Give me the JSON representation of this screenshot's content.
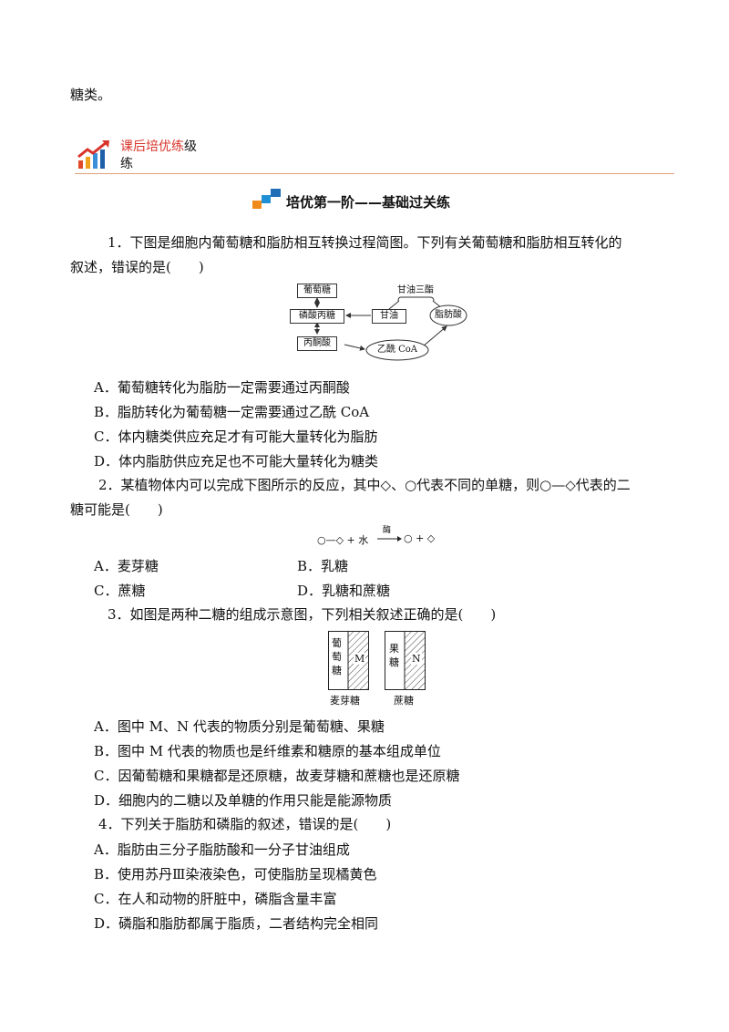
{
  "prev_text": "糖类。",
  "header": {
    "title_red": "课后培优练",
    "title_black_1": "级",
    "title_black_2": "练"
  },
  "section_title": "培优第一阶——基础过关练",
  "q1": {
    "line1": "1．下图是细胞内葡萄糖和脂肪相互转换过程简图。下列有关葡萄糖和脂肪相互转化的",
    "line2": "叙述，错误的是(　　)",
    "diagram": {
      "glucose": "葡萄糖",
      "phospho_trisaccharide": "磷酸丙糖",
      "pyruvate": "丙酮酸",
      "triglyceride": "甘油三酯",
      "glycerol": "甘油",
      "fatty_acid": "脂肪酸",
      "acetyl_coa": "乙酰 CoA"
    },
    "options": [
      "A．葡萄糖转化为脂肪一定需要通过丙酮酸",
      "B．脂肪转化为葡萄糖一定需要通过乙酰 CoA",
      "C．体内糖类供应充足才有可能大量转化为脂肪",
      "D．体内脂肪供应充足也不可能大量转化为糖类"
    ]
  },
  "q2": {
    "line1": "2．某植物体内可以完成下图所示的反应，其中◇、○代表不同的单糖，则○—◇代表的二",
    "line2": "糖可能是(　　)",
    "equation": {
      "left": "○—◇ + 水",
      "enzyme": "酶",
      "right": "○ + ◇"
    },
    "options": [
      "A．麦芽糖",
      "B．乳糖",
      "C．蔗糖",
      "D．乳糖和蔗糖"
    ]
  },
  "q3": {
    "line1": "3．如图是两种二糖的组成示意图，下列相关叙述正确的是(　　)",
    "figure": {
      "left_label": "葡萄糖",
      "left_letter": "M",
      "left_caption": "麦芽糖",
      "right_label": "果糖",
      "right_letter": "N",
      "right_caption": "蔗糖"
    },
    "options": [
      "A．图中 M、N 代表的物质分别是葡萄糖、果糖",
      "B．图中 M 代表的物质也是纤维素和糖原的基本组成单位",
      "C．因葡萄糖和果糖都是还原糖，故麦芽糖和蔗糖也是还原糖",
      "D．细胞内的二糖以及单糖的作用只能是能源物质"
    ]
  },
  "q4": {
    "line1": "4．下列关于脂肪和磷脂的叙述，错误的是(　　)",
    "options": [
      "A．脂肪由三分子脂肪酸和一分子甘油组成",
      "B．使用苏丹Ⅲ染液染色，可使脂肪呈现橘黄色",
      "C．在人和动物的肝脏中，磷脂含量丰富",
      "D．磷脂和脂肪都属于脂质，二者结构完全相同"
    ]
  }
}
